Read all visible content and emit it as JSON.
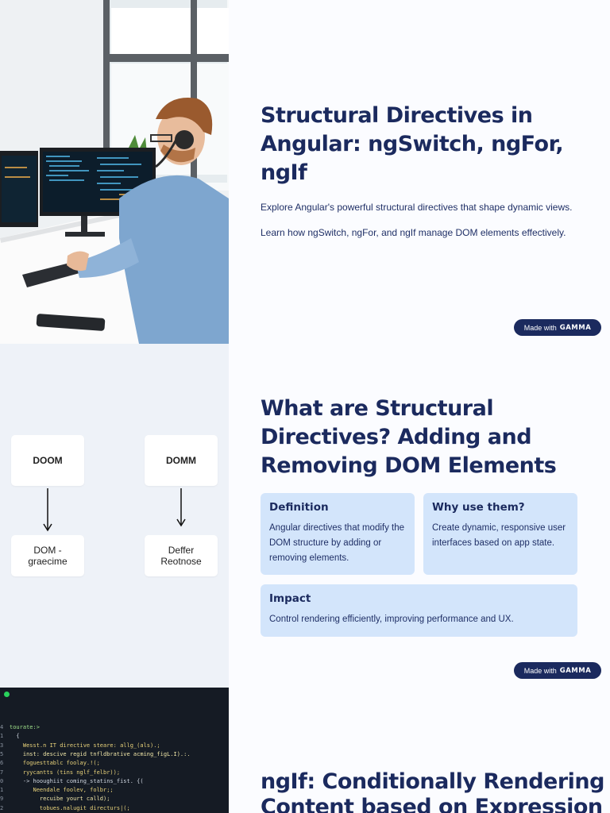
{
  "slide1": {
    "title": "Structural Directives in Angular: ngSwitch, ngFor, ngIf",
    "para1": "Explore Angular's powerful structural directives that shape dynamic views.",
    "para2": "Learn how ngSwitch, ngFor, and ngIf manage DOM elements effectively.",
    "badge_prefix": "Made with",
    "badge_brand": "GAMMA"
  },
  "slide2": {
    "title": "What are Structural Directives? Adding and Removing DOM Elements",
    "cards": [
      {
        "title": "Definition",
        "body": "Angular directives that modify the DOM structure by adding or removing elements."
      },
      {
        "title": "Why use them?",
        "body": "Create dynamic, responsive user interfaces based on app state."
      },
      {
        "title": "Impact",
        "body": "Control rendering efficiently, improving performance and UX."
      }
    ],
    "diagram": {
      "left_top": "DOOM",
      "left_bottom": "DOM -\ngraecime",
      "right_top": "DOMM",
      "right_bottom": "Deffer\nReotnose"
    },
    "badge_prefix": "Made with",
    "badge_brand": "GAMMA"
  },
  "slide3": {
    "title": "ngIf: Conditionally Rendering Content based on Expression",
    "code_lines": [
      {
        "n": "4",
        "t": "tourate:>"
      },
      {
        "n": "1",
        "t": "  {"
      },
      {
        "n": "3",
        "t": "    Wesst.n IT directive steare: allg_(als).;"
      },
      {
        "n": "5",
        "t": "    inst: descive regid tnfldbrative acming_figL.I).:."
      },
      {
        "n": "6",
        "t": "    foguesttablc foolay.!(;"
      },
      {
        "n": "7",
        "t": "    ryycantts (tins nglf_felbr));"
      },
      {
        "n": "0",
        "t": "    -> hooughiit coming_statins_fist. {("
      },
      {
        "n": "1",
        "t": "       Neendale foolev, folbr;;"
      },
      {
        "n": "9",
        "t": "         recuibe yourt calld);"
      },
      {
        "n": "2",
        "t": "         tobues.nalugit directurs|(;"
      }
    ]
  },
  "colors": {
    "navy": "#1b2a5e",
    "card": "#d3e5fb",
    "code_bg": "#151b24",
    "dot": "#29d35c"
  }
}
